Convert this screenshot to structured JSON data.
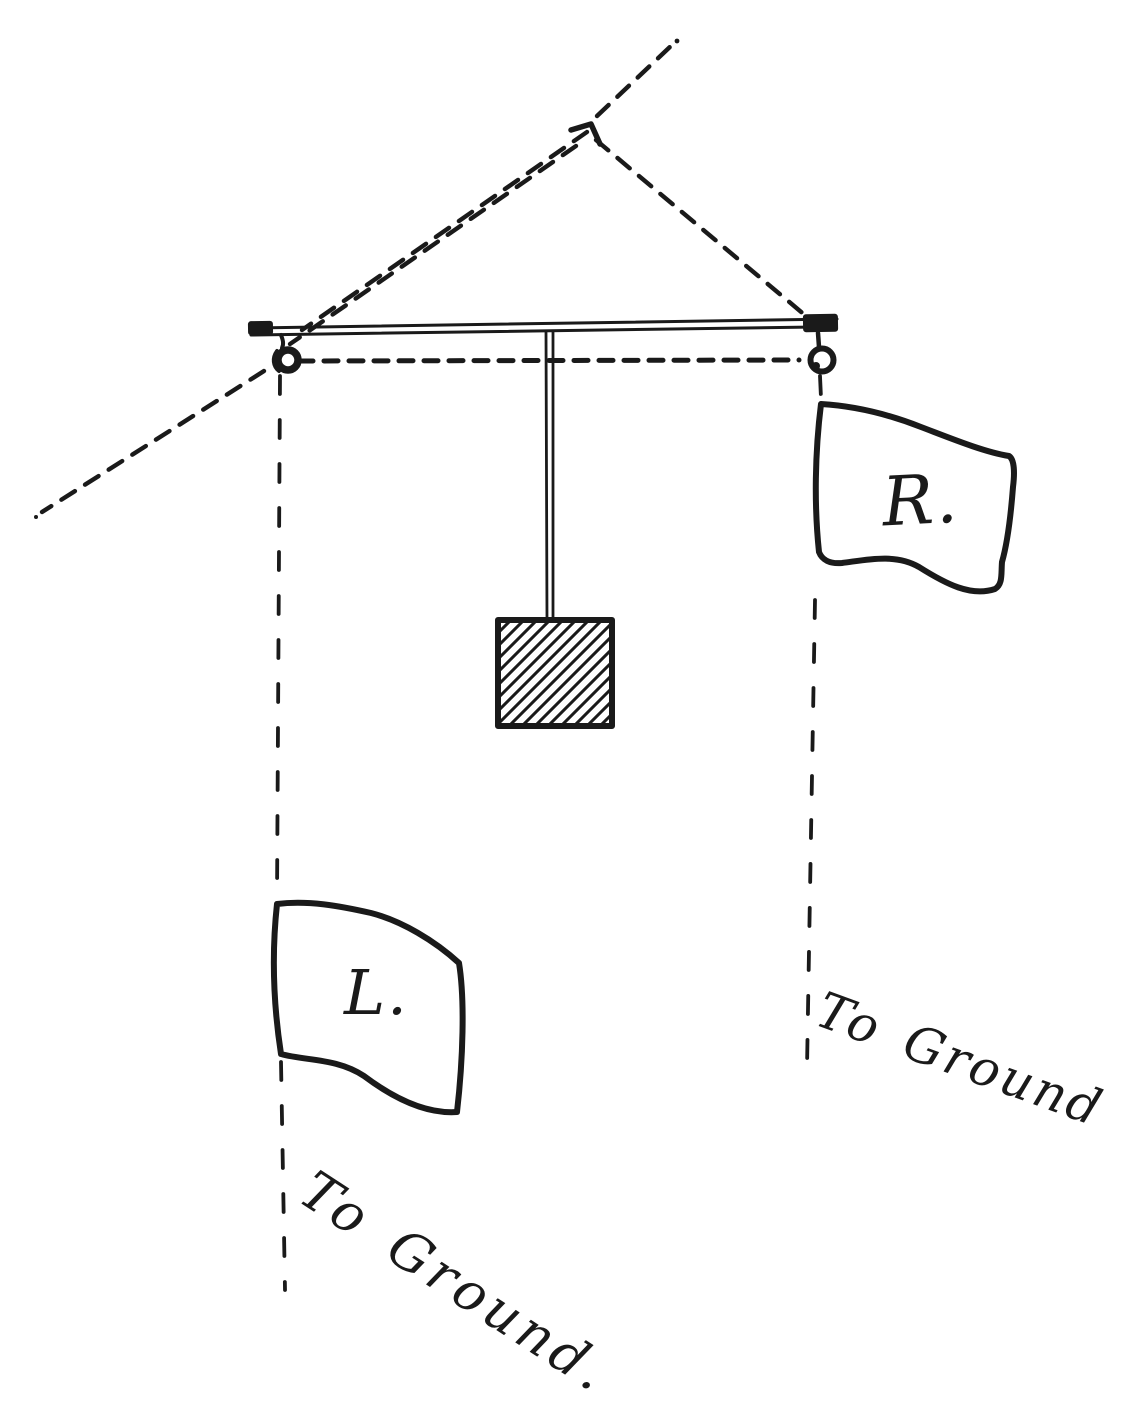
{
  "colors": {
    "ink": "#1a1a1a",
    "background": "#ffffff"
  },
  "flags": {
    "right_label": "R.",
    "left_label": "L."
  },
  "ropes": {
    "right_ground_label": "To Ground",
    "left_ground_label": "To Ground."
  }
}
